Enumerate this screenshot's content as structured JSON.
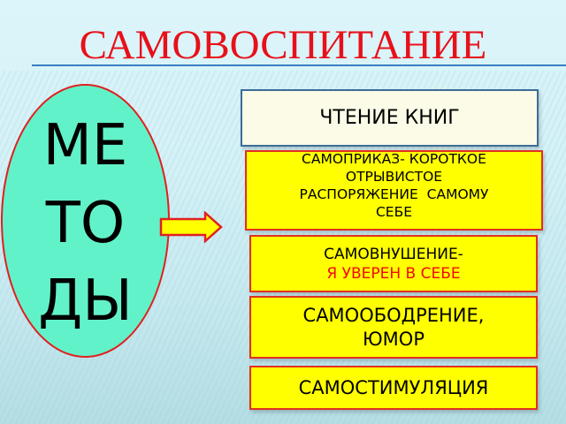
{
  "slide": {
    "title": "САМОВОСПИТАНИЕ",
    "colors": {
      "title": "#e8101a",
      "ellipse_fill": "#62f2c9",
      "ellipse_border": "#e02020",
      "box_yellow": "#ffff00",
      "box_white": "#fbfbe8",
      "accent_text": "#f00a0a"
    }
  },
  "ellipse": {
    "lines": [
      "МЕ",
      "ТО",
      "ДЫ"
    ]
  },
  "arrow": {
    "icon": "right-arrow-icon"
  },
  "methods": [
    {
      "lines": [
        "ЧТЕНИЕ КНИГ"
      ]
    },
    {
      "lines": [
        "САМОПРИКАЗ- КОРОТКОЕ",
        "ОТРЫВИСТОЕ",
        "РАСПОРЯЖЕНИЕ  САМОМУ",
        "СЕБЕ"
      ]
    },
    {
      "lines": [
        "САМОВНУШЕНИЕ-"
      ],
      "highlight": "Я УВЕРЕН В СЕБЕ"
    },
    {
      "lines": [
        "САМООБОДРЕНИЕ,",
        "ЮМОР"
      ]
    },
    {
      "lines": [
        "САМОСТИМУЛЯЦИЯ"
      ]
    }
  ]
}
